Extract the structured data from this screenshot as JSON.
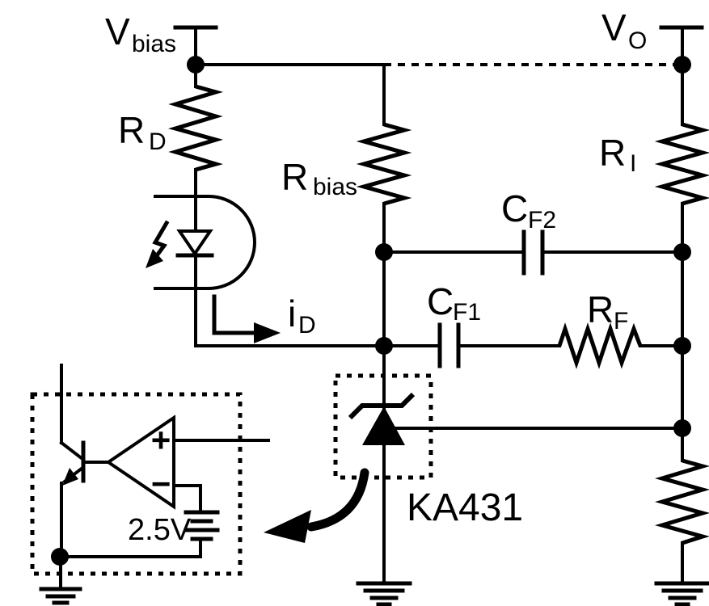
{
  "colors": {
    "ink": "#000000",
    "background": "#ffffff"
  },
  "labels": {
    "v_bias": {
      "main": "V",
      "sub": "bias"
    },
    "v_o": {
      "main": "V",
      "sub": "O"
    },
    "r_d": {
      "main": "R",
      "sub": "D"
    },
    "r_bias": {
      "main": "R",
      "sub": "bias"
    },
    "r_i": {
      "main": "R",
      "sub": "I"
    },
    "c_f2": {
      "main": "C",
      "sub": "F2"
    },
    "c_f1": {
      "main": "C",
      "sub": "F1"
    },
    "r_f": {
      "main": "R",
      "sub": "F"
    },
    "i_d": {
      "main": "i",
      "sub": "D"
    },
    "ka431": "KA431",
    "ref_voltage": "2.5V",
    "amp_plus": "+",
    "amp_minus": "−"
  },
  "circuit": {
    "type": "schematic",
    "device": "KA431 shunt regulator feedback network with optocoupler",
    "rails": [
      "Vbias",
      "VO"
    ],
    "internal_reference": "2.5V",
    "components": [
      {
        "label": "RD",
        "type": "resistor"
      },
      {
        "label": "optocoupler LED",
        "type": "photo-coupler-diode"
      },
      {
        "label": "Rbias",
        "type": "resistor"
      },
      {
        "label": "RI",
        "type": "resistor"
      },
      {
        "label": "CF2",
        "type": "capacitor"
      },
      {
        "label": "CF1",
        "type": "capacitor"
      },
      {
        "label": "RF",
        "type": "resistor"
      },
      {
        "label": "KA431",
        "type": "shunt-regulator"
      },
      {
        "label": "lower divider resistor",
        "type": "resistor"
      },
      {
        "label": "iD",
        "type": "current-arrow-annotation"
      }
    ]
  }
}
